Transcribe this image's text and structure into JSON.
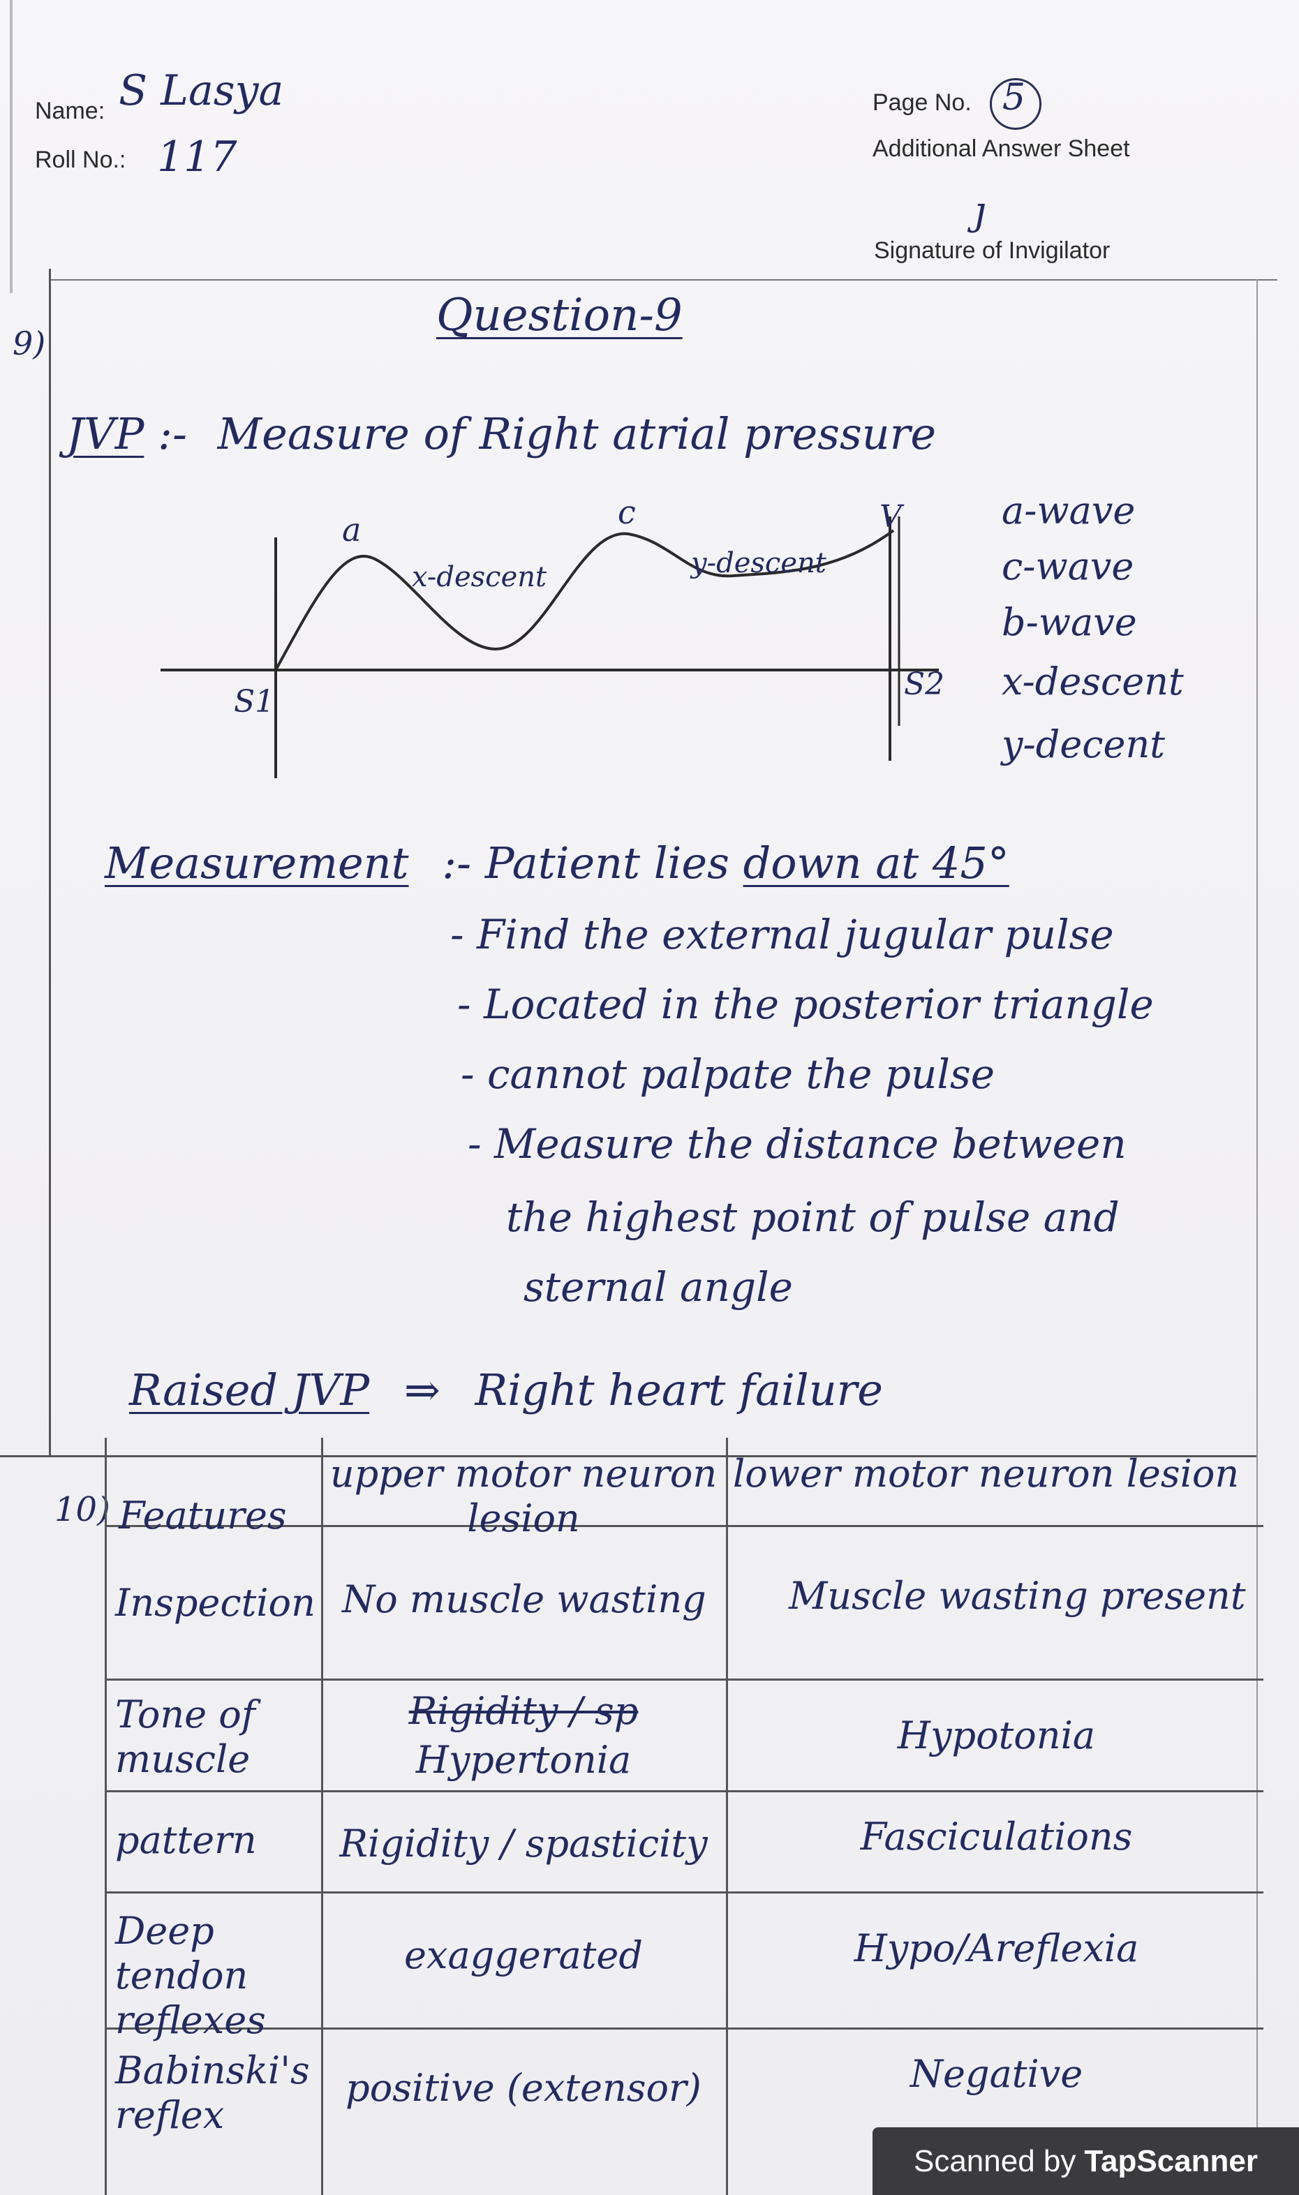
{
  "header": {
    "name_label": "Name:",
    "name_value": "S Lasya",
    "roll_label": "Roll No.:",
    "roll_value": "117",
    "page_label": "Page No.",
    "page_value": "5",
    "sheet_title": "Additional Answer Sheet",
    "signature_label": "Signature of Invigilator"
  },
  "question9": {
    "number": "9)",
    "title": "Question-9",
    "jvp_term": "JVP",
    "jvp_sep": ":-",
    "jvp_definition": "Measure of Right atrial pressure",
    "diagram": {
      "peak_a": "a",
      "peak_c": "c",
      "peak_v": "V",
      "x_descent": "x-descent",
      "y_descent": "y-descent",
      "s1": "S1",
      "s2": "S2"
    },
    "wave_list": [
      "a-wave",
      "c-wave",
      "b-wave",
      "x-descent",
      "y-decent"
    ],
    "measurement_heading": "Measurement",
    "measurement_sep": ":-",
    "measurement_first_pre": "Patient lies",
    "measurement_first_ul": "down at 45°",
    "measurement_items": [
      "- Find the external jugular pulse",
      "- Located in the posterior triangle",
      "- cannot palpate the pulse",
      "- Measure the distance between"
    ],
    "measurement_continuation": [
      "the highest point of pulse and",
      "sternal angle"
    ],
    "raised_term": "Raised JVP",
    "raised_arrow": "⇒",
    "raised_result": "Right heart failure"
  },
  "question10": {
    "number": "10)",
    "headers": [
      "Features",
      "upper motor neuron lesion",
      "lower motor neuron lesion"
    ],
    "rows": [
      {
        "feature": "Inspection",
        "umn": "No muscle wasting",
        "lmn": "Muscle wasting present"
      },
      {
        "feature": "Tone of muscle",
        "umn_struck": "Rigidity / sp",
        "umn": "Hypertonia",
        "lmn": "Hypotonia"
      },
      {
        "feature": "pattern",
        "umn": "Rigidity / spasticity",
        "lmn": "Fasciculations"
      },
      {
        "feature": "Deep tendon reflexes",
        "umn": "exaggerated",
        "lmn": "Hypo/Areflexia"
      },
      {
        "feature": "Babinski's reflex",
        "umn": "positive (extensor)",
        "lmn": "Negative"
      }
    ]
  },
  "watermark": {
    "prefix": "Scanned by",
    "brand": "TapScanner"
  }
}
